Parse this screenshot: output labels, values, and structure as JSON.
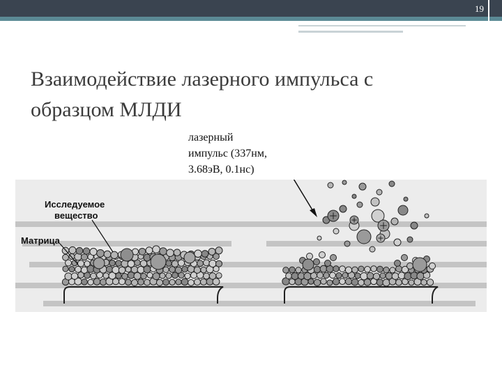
{
  "slide": {
    "page_number": "19",
    "title_line1": "Взаимодействие лазерного импульса с",
    "title_line2": "образцом МЛДИ"
  },
  "laser_label": {
    "line1": "лазерный",
    "line2": "импульс (337нм,",
    "line3": "3.68эВ, 0.1нс)"
  },
  "figure": {
    "label_analyte_line1": "Исследуемое",
    "label_analyte_line2": "вещество",
    "label_matrix": "Матрица"
  },
  "colors": {
    "topbar": "#3a4450",
    "accent": "#5b8a95",
    "figure_bg": "#ececec"
  }
}
